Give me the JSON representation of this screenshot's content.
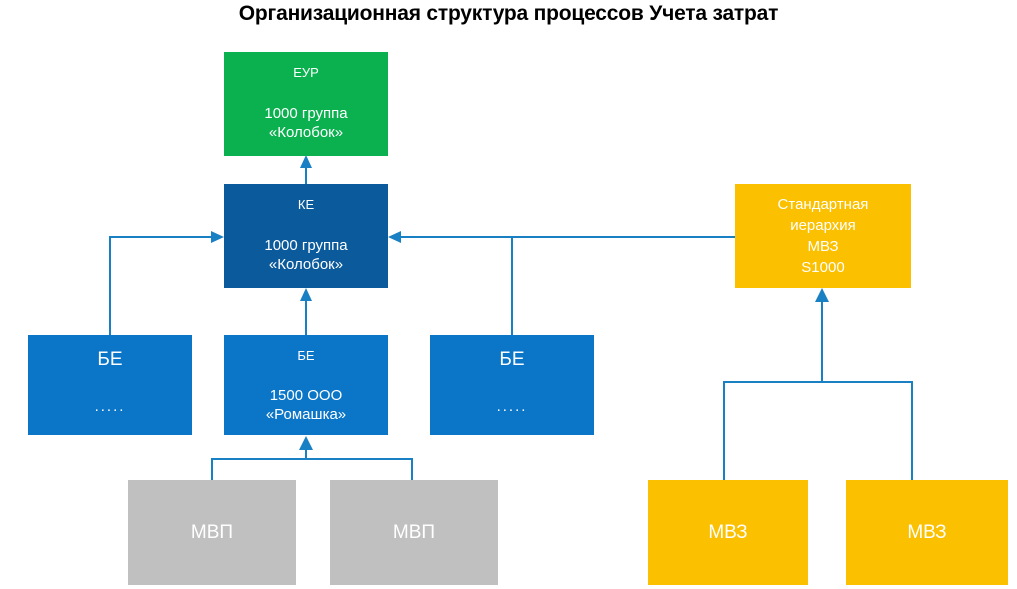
{
  "diagram": {
    "title": "Организационная структура процессов Учета затрат",
    "type": "org-hierarchy-flowchart"
  },
  "palette": {
    "green": "#0bb14f",
    "navy": "#0b5a9c",
    "blue": "#0b76c8",
    "amber": "#fbc000",
    "grey": "#c0c0c0",
    "connector": "#1a80c4",
    "text_on_node": "#ffffff",
    "title_text": "#000000",
    "background": "#ffffff"
  },
  "nodes": {
    "eur": {
      "label": "ЕУР",
      "detail": "1000 группа\n«Колобок»",
      "color": "green"
    },
    "ke": {
      "label": "КЕ",
      "detail": "1000 группа\n«Колобок»",
      "color": "navy"
    },
    "hierarchy": {
      "label": "Стандартная\nиерархия\nМВЗ\nS1000",
      "color": "amber"
    },
    "be_1": {
      "label": "БЕ",
      "detail": ".....",
      "color": "blue"
    },
    "be_2": {
      "label": "БЕ",
      "detail": "1500 ООО\n«Ромашка»",
      "color": "blue"
    },
    "be_3": {
      "label": "БЕ",
      "detail": ".....",
      "color": "blue"
    },
    "mvp_1": {
      "label": "МВП",
      "color": "grey"
    },
    "mvp_2": {
      "label": "МВП",
      "color": "grey"
    },
    "mvz_1": {
      "label": "МВЗ",
      "color": "amber"
    },
    "mvz_2": {
      "label": "МВЗ",
      "color": "amber"
    }
  },
  "connections": [
    {
      "from": "ke",
      "to": "eur",
      "style": "arrow-up"
    },
    {
      "from": "be_1",
      "to": "ke",
      "style": "elbow-arrow-right"
    },
    {
      "from": "be_2",
      "to": "ke",
      "style": "arrow-up"
    },
    {
      "from": "be_3",
      "to": "ke",
      "style": "elbow-arrow-left"
    },
    {
      "from": "hierarchy",
      "to": "ke",
      "style": "arrow-left"
    },
    {
      "from": "mvp_1",
      "to": "be_2",
      "style": "bus-arrow-up"
    },
    {
      "from": "mvp_2",
      "to": "be_2",
      "style": "bus-arrow-up"
    },
    {
      "from": "mvz_1",
      "to": "hierarchy",
      "style": "bus-arrow-up"
    },
    {
      "from": "mvz_2",
      "to": "hierarchy",
      "style": "bus-arrow-up"
    }
  ]
}
